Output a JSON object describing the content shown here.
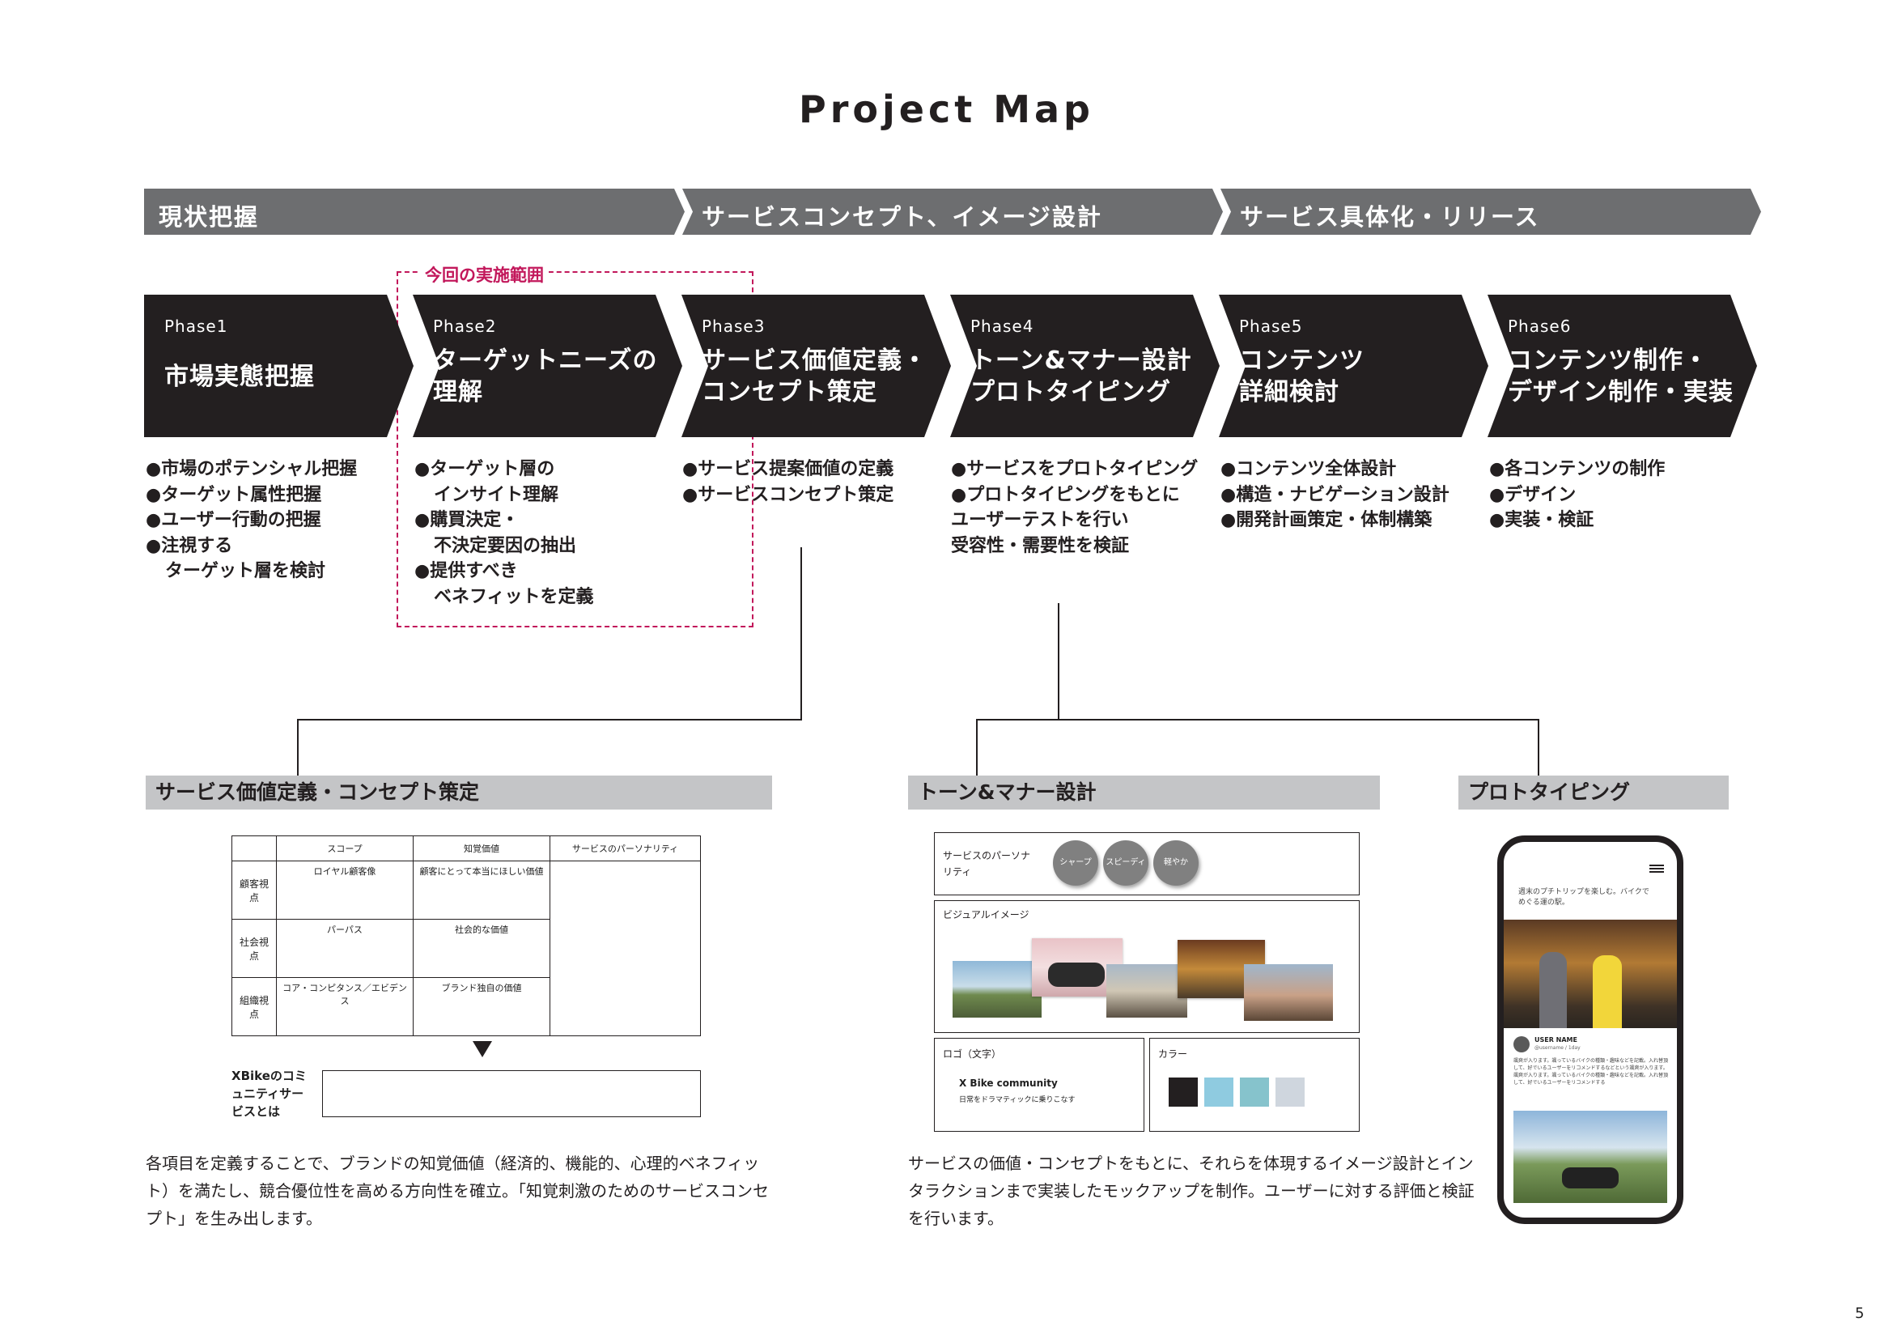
{
  "title": "Project Map",
  "stages": [
    {
      "label": "現状把握"
    },
    {
      "label": "サービスコンセプト、イメージ設計"
    },
    {
      "label": "サービス具体化・リリース"
    }
  ],
  "scope_label": "今回の実施範囲",
  "phases": [
    {
      "num": "Phase1",
      "title": [
        "市場実態把握"
      ],
      "bullets": [
        "●市場のポテンシャル把握",
        "●ターゲット属性把握",
        "●ユーザー行動の把握",
        "●注視する",
        "ターゲット層を検討"
      ]
    },
    {
      "num": "Phase2",
      "title": [
        "ターゲットニーズの",
        "理解"
      ],
      "bullets": [
        "●ターゲット層の",
        "インサイト理解",
        "●購買決定・",
        "不決定要因の抽出",
        "●提供すべき",
        "ベネフィットを定義"
      ]
    },
    {
      "num": "Phase3",
      "title": [
        "サービス価値定義・",
        "コンセプト策定"
      ],
      "bullets": [
        "●サービス提案価値の定義",
        "●サービスコンセプト策定"
      ]
    },
    {
      "num": "Phase4",
      "title": [
        "トーン&マナー設計",
        "プロトタイピング"
      ],
      "bullets": [
        "●サービスをプロトタイピング",
        "●プロトタイピングをもとに",
        "ユーザーテストを行い",
        "受容性・需要性を検証"
      ]
    },
    {
      "num": "Phase5",
      "title": [
        "コンテンツ",
        "詳細検討"
      ],
      "bullets": [
        "●コンテンツ全体設計",
        "●構造・ナビゲーション設計",
        "●開発計画策定・体制構築"
      ]
    },
    {
      "num": "Phase6",
      "title": [
        "コンテンツ制作・",
        "デザイン制作・実装"
      ],
      "bullets": [
        "●各コンテンツの制作",
        "●デザイン",
        "●実装・検証"
      ]
    }
  ],
  "section_concept": {
    "header": "サービス価値定義・コンセプト策定",
    "table": {
      "columns": [
        "スコープ",
        "知覚価値",
        "サービスのパーソナリティ"
      ],
      "rows": [
        {
          "label": "顧客視点",
          "scope": "ロイヤル顧客像",
          "value": "顧客にとって本当にほしい価値"
        },
        {
          "label": "社会視点",
          "scope": "パーパス",
          "value": "社会的な価値"
        },
        {
          "label": "組織視点",
          "scope": "コア・コンピタンス／エビデンス",
          "value": "ブランド独自の価値"
        }
      ]
    },
    "xbike_label": "XBikeのコミュニティサービスとは",
    "desc": "各項目を定義することで、ブランドの知覚価値（経済的、機能的、心理的ベネフィット）を満たし、競合優位性を高める方向性を確立。「知覚刺激のためのサービスコンセプト」を生み出します。"
  },
  "section_tone": {
    "header": "トーン&マナー設計",
    "personality_label": "サービスのパーソナリティ",
    "personality_tags": [
      "シャープ",
      "スピーディ",
      "軽やか"
    ],
    "visual_label": "ビジュアルイメージ",
    "logo_label": "ロゴ（文字）",
    "logo_name": "X Bike community",
    "logo_tagline": "日常をドラマティックに乗りこなす",
    "color_label": "カラー",
    "colors": [
      "#231f20",
      "#8fcbe0",
      "#86c3cc",
      "#cfd6de"
    ],
    "desc": "サービスの価値・コンセプトをもとに、それらを体現するイメージ設計とインタラクションまで実装したモックアップを制作。ユーザーに対する評価と検証を行います。"
  },
  "section_proto": {
    "header": "プロトタイピング",
    "phone_caption": "週末のプチトリップを楽しむ。バイクでめぐる運の駅。",
    "user_name": "USER NAME",
    "user_handle": "@username / 1day",
    "post_text": "颯爽が入ります。颯っているバイクの種類・趣味などを記載。入れ替頂して、好でいるユーザーをリコメンドするなどという颯爽が入ります。颯爽が入ります。颯っているバイクの種類・趣味などを記載。入れ替頂して、好でいるユーザーをリコメンドする"
  },
  "page_number": "5"
}
